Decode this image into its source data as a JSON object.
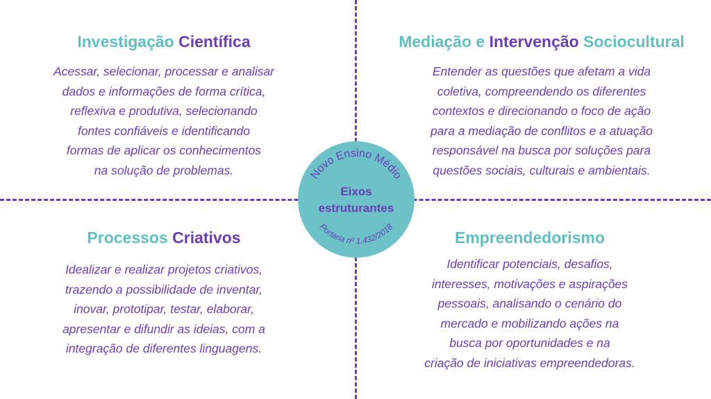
{
  "quadrants": [
    {
      "title_a": "Investigação",
      "title_b": "Científica",
      "lines": [
        "Acessar, selecionar, processar e analisar",
        "dados e informações de forma crítica,",
        "reflexiva e produtiva, selecionando",
        "fontes confiáveis e identificando",
        "formas de aplicar os conhecimentos",
        "na solução de problemas."
      ]
    },
    {
      "title_a": "Mediação e",
      "title_b": "Intervenção",
      "title_c": "Sociocultural",
      "lines": [
        "Entender as questões que afetam a vida",
        "coletiva, compreendendo os diferentes",
        "contextos e direcionando o foco de ação",
        "para a mediação de conflitos e a atuação",
        "responsável na busca por soluções para",
        "questões sociais, culturais e ambientais."
      ]
    },
    {
      "title_a": "Processos",
      "title_b": "Criativos",
      "lines": [
        "Idealizar e realizar projetos criativos,",
        "trazendo a possibilidade de inventar,",
        "inovar, prototipar, testar, elaborar,",
        "apresentar e difundir as ideias, com a",
        "integração de diferentes linguagens."
      ]
    },
    {
      "title_a": "Empreendedorismo",
      "lines": [
        "Identificar potenciais, desafios,",
        "interesses, motivações e aspirações",
        "pessoais, analisando o cenário do",
        "mercado e mobilizando ações na",
        "busca por oportunidades e na",
        "criação de iniciativas empreendedoras."
      ]
    }
  ],
  "center": {
    "arc_top": "Novo Ensino Médio",
    "line1": "Eixos",
    "line2": "estruturantes",
    "arc_bottom": "Portaria nº 1.432/2018"
  },
  "colors": {
    "teal": "#6cc2c6",
    "purple": "#6a3db8"
  }
}
